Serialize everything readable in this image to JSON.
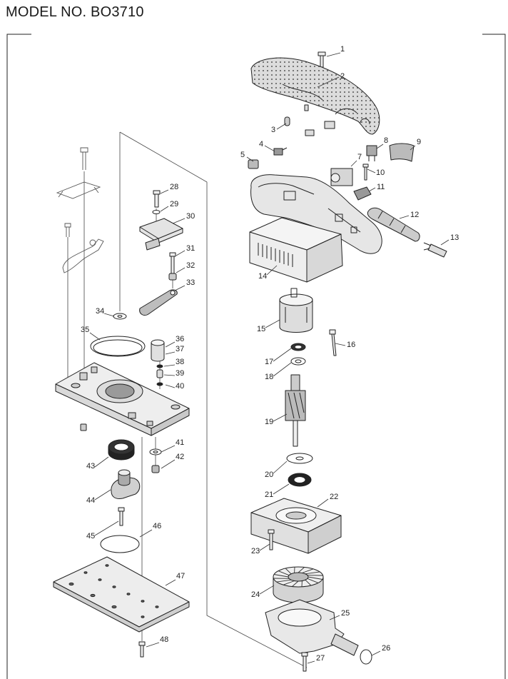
{
  "page": {
    "title": "MODEL NO. BO3710"
  },
  "callouts": {
    "n1": "1",
    "n2": "2",
    "n3": "3",
    "n4": "4",
    "n5": "5",
    "n7": "7",
    "n8": "8",
    "n9": "9",
    "n10": "10",
    "n11": "11",
    "n12": "12",
    "n13": "13",
    "n14": "14",
    "n15": "15",
    "n16": "16",
    "n17": "17",
    "n18": "18",
    "n19": "19",
    "n20": "20",
    "n21": "21",
    "n22": "22",
    "n23": "23",
    "n24": "24",
    "n25": "25",
    "n26": "26",
    "n27": "27",
    "n28": "28",
    "n29": "29",
    "n30": "30",
    "n31": "31",
    "n32": "32",
    "n33": "33",
    "n34": "34",
    "n35": "35",
    "n36": "36",
    "n37": "37",
    "n38": "38",
    "n39": "39",
    "n40": "40",
    "n41": "41",
    "n42": "42",
    "n43": "43",
    "n44": "44",
    "n45": "45",
    "n46": "46",
    "n47": "47",
    "n48": "48"
  }
}
